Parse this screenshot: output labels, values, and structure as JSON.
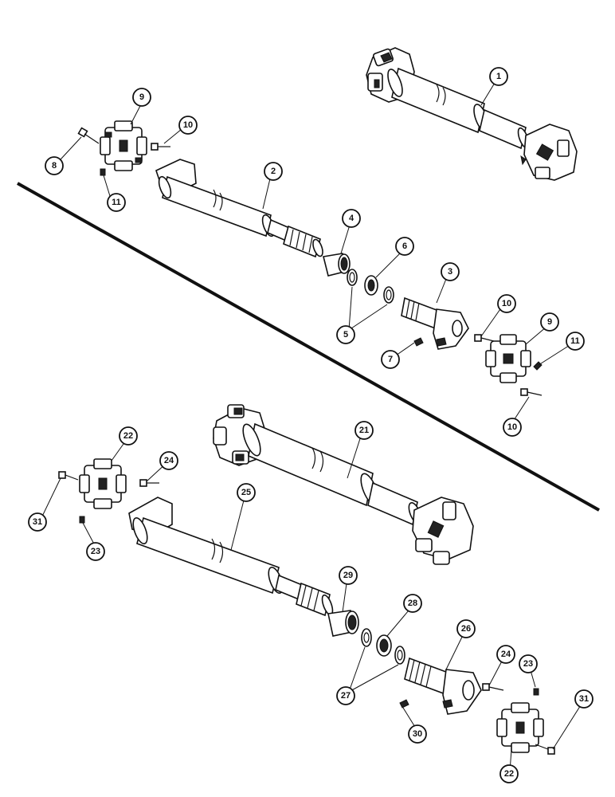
{
  "callouts": {
    "c1": "1",
    "c2": "2",
    "c3": "3",
    "c4": "4",
    "c5": "5",
    "c6": "6",
    "c7": "7",
    "c8": "8",
    "c9a": "9",
    "c9b": "9",
    "c10a": "10",
    "c10b": "10",
    "c10c": "10",
    "c11a": "11",
    "c11b": "11",
    "c21": "21",
    "c22a": "22",
    "c22b": "22",
    "c23a": "23",
    "c23b": "23",
    "c24a": "24",
    "c24b": "24",
    "c25": "25",
    "c26": "26",
    "c27": "27",
    "c28": "28",
    "c29": "29",
    "c30": "30",
    "c31a": "31",
    "c31b": "31"
  }
}
